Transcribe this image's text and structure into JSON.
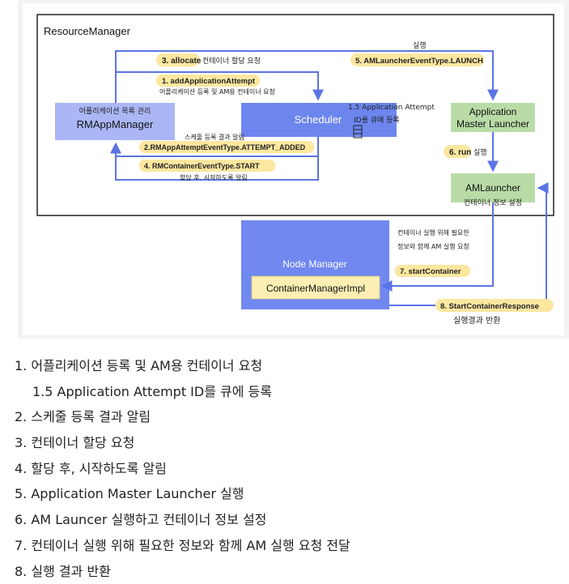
{
  "diagram": {
    "resource_manager": "ResourceManager",
    "rm_app_manager": {
      "note": "어플리케이션 목록 관리",
      "title": "RMAppManager"
    },
    "scheduler": "Scheduler",
    "scheduler_note": {
      "line1": "1.5 Application Attempt",
      "line2": "ID를 큐에 등록"
    },
    "am_launcher_box": {
      "line1": "Application",
      "line2": "Master Launcher"
    },
    "am_launcher": {
      "title": "AMLauncher",
      "note": "컨테이너 정보 설정"
    },
    "node_manager": "Node Manager",
    "container_manager": "ContainerManagerImpl",
    "arrows": {
      "allocate": {
        "label": "3. allocate",
        "note": "컨테이너 할당 요청"
      },
      "launch": {
        "label": "5. AMLauncherEventType.LAUNCH",
        "note": "실행"
      },
      "add_attempt": {
        "label": "1. addApplicationAttempt",
        "note": "어플리케이션 등록 및 AM용 컨테이너 요청"
      },
      "attempt_added": {
        "label": "2.RMAppAttemptEventType.ATTEMPT_ADDED",
        "note": "스케줄 등록 결과 알림"
      },
      "container_start": {
        "label": "4. RMContainerEventType.START",
        "note": "할당 후, 시작하도록 알림"
      },
      "run": {
        "label": "6. run",
        "note": "실행"
      },
      "start_container": {
        "label": "7. startContainer",
        "note1": "컨테이너 실행 위해 필요한",
        "note2": "정보와 함께 AM 실행 요청"
      },
      "response": {
        "label": "8. StartContainerResponse",
        "note": "실행결과 반환"
      }
    }
  },
  "steps": [
    "1. 어플리케이션 등록 및 AM용 컨테이너 요청",
    "1.5 Application Attempt ID를 큐에 등록",
    "2. 스케줄 등록 결과 알림",
    "3. 컨테이너 할당 요청",
    "4. 할당 후, 시작하도록 알림",
    "5. Application Master Launcher 실행",
    "6. AM Launcer 실행하고 컨테이너 정보 설정",
    "7. 컨테이너 실행 위해 필요한 정보와 함께 AM 실행 요청 전달",
    "8. 실행 결과 반환"
  ],
  "colors": {
    "rm_app_manager": "#aab6f5",
    "scheduler": "#6d86ee",
    "launcher_green": "#b9dca7",
    "node_manager": "#7088f0",
    "container_manager": "#fdeeb4",
    "pill": "#fce7a0",
    "arrow": "#5b74e6"
  }
}
